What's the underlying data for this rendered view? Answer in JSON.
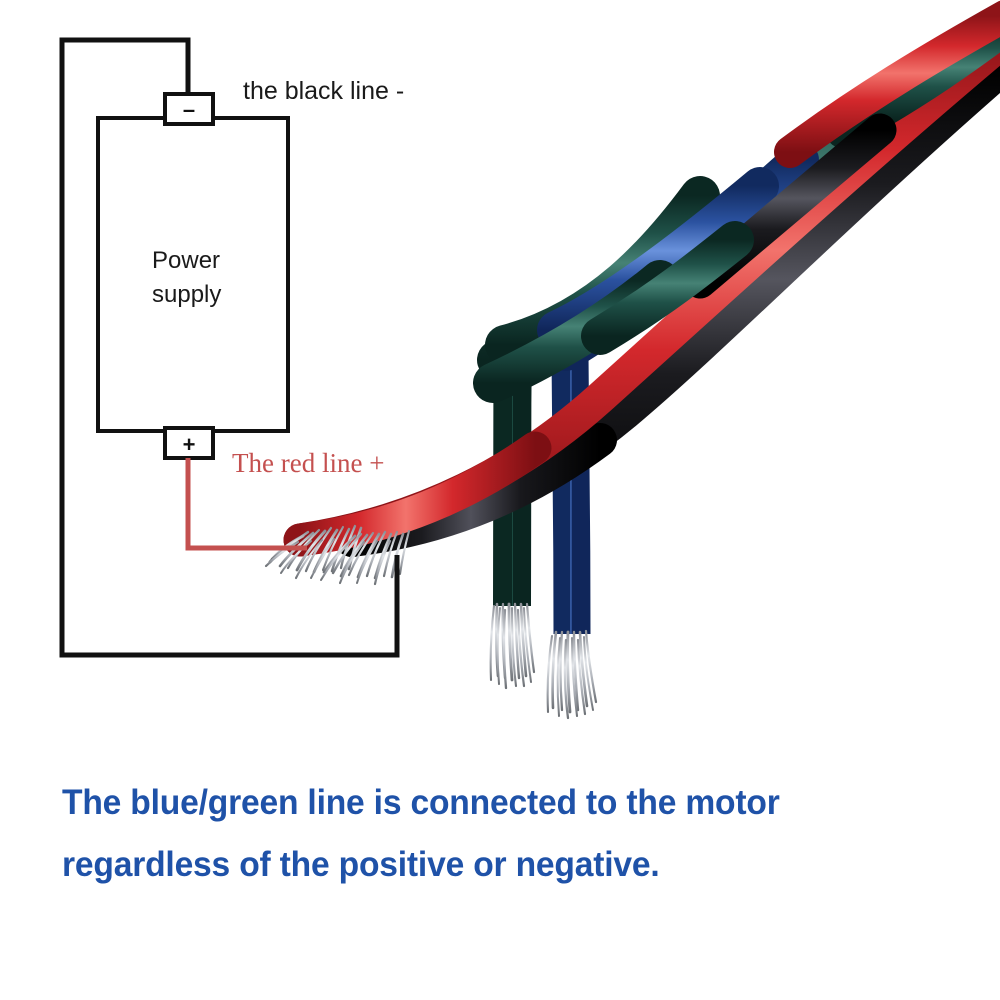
{
  "diagram": {
    "power_supply_label_line1": "Power",
    "power_supply_label_line2": "supply",
    "negative_terminal_sign": "–",
    "positive_terminal_sign": "+",
    "black_line_label": "the black line -",
    "red_line_label": "The red line  +",
    "colors": {
      "outline": "#111111",
      "red_trace": "#c4504f",
      "label_red": "#c4504f",
      "label_black": "#1a1a1a"
    }
  },
  "photo": {
    "wires": [
      {
        "name": "red-wire",
        "color": "#d3282c",
        "shade": "#9c1418",
        "highlight": "#f06a64",
        "polarity": "+"
      },
      {
        "name": "black-wire",
        "color": "#17171a",
        "shade": "#000000",
        "highlight": "#4a4a52",
        "polarity": "-"
      },
      {
        "name": "green-wire",
        "color": "#1f5148",
        "shade": "#0d2c27",
        "highlight": "#417a6d",
        "polarity": "motor"
      },
      {
        "name": "blue-wire",
        "color": "#2b52a0",
        "shade": "#14306b",
        "highlight": "#5f86d2",
        "polarity": "motor"
      }
    ],
    "copper_strand_color": "#c9ccd1",
    "copper_strand_dark": "#6e7277"
  },
  "caption": {
    "color": "#1f52a8",
    "line1": "The blue/green line is connected to the motor",
    "line2": "regardless of the positive or negative."
  }
}
